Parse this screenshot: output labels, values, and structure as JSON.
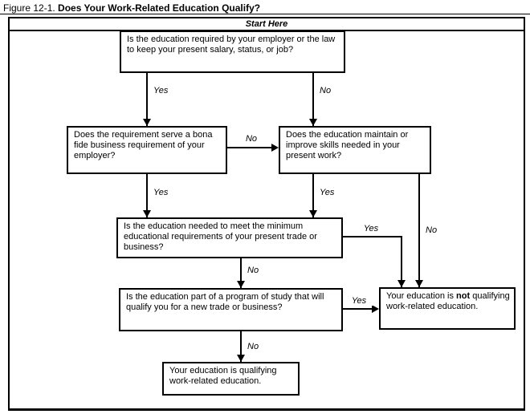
{
  "title": {
    "prefix": "Figure 12-1.",
    "heading": "Does Your Work-Related Education Qualify?"
  },
  "flowchart": {
    "start_label": "Start Here",
    "yes": "Yes",
    "no": "No",
    "nodes": {
      "q_required": "Is the education required by your employer or the law to keep your present salary, status, or job?",
      "q_bona_fide": "Does the requirement serve a bona fide business requirement of your employer?",
      "q_maintain": "Does the education maintain or improve skills needed in your present work?",
      "q_minimum": "Is the education needed to meet the minimum educational requirements of your present trade or business?",
      "q_new_trade": "Is the education part of a program of study that will qualify you for a new trade or business?",
      "result_not_qualifying": {
        "pre": "Your education is ",
        "emphasis": "not",
        "post": " qualifying work-related education."
      },
      "result_qualifying": "Your education is qualifying work-related education."
    }
  }
}
